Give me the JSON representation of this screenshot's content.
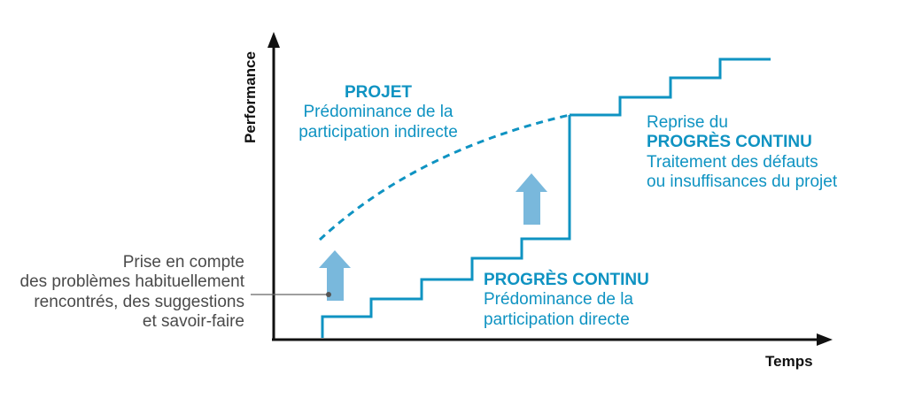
{
  "axes": {
    "y_label": "Performance",
    "x_label": "Temps"
  },
  "projet": {
    "title": "PROJET",
    "line1": "Prédominance de la",
    "line2": "participation indirecte"
  },
  "reprise": {
    "line1": "Reprise du",
    "title": "PROGRÈS CONTINU",
    "line3": "Traitement des défauts",
    "line4": "ou insuffisances du projet"
  },
  "progres": {
    "title": "PROGRÈS CONTINU",
    "line1": "Prédominance de la",
    "line2": "participation directe"
  },
  "annotation": {
    "line1": "Prise en compte",
    "line2": "des problèmes habituellement",
    "line3": "rencontrés, des suggestions",
    "line4": "et savoir-faire"
  },
  "colors": {
    "line": "#0f93c2",
    "arrow": "#79b8dc",
    "axis": "#111111",
    "text_gray": "#4a4a4a"
  },
  "icons": [
    "up-arrow-icon",
    "up-arrow-icon",
    "axis-arrow-up",
    "axis-arrow-right"
  ]
}
